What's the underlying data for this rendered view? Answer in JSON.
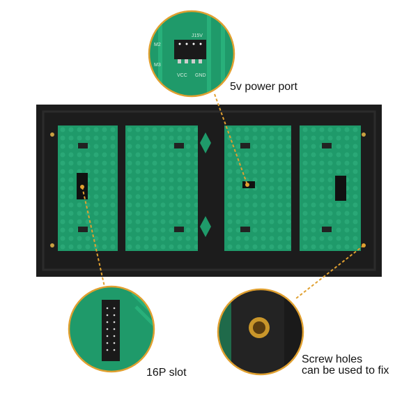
{
  "callouts": {
    "power_port": {
      "label": "5v power port",
      "pcb_text": [
        "J15V",
        "VCC",
        "GND",
        "M2",
        "M3"
      ]
    },
    "slot": {
      "label": "16P slot"
    },
    "screw": {
      "label_line1": "Screw holes",
      "label_line2": "can be used to fix"
    }
  },
  "colors": {
    "pcb": "#1f9a6a",
    "frame": "#1c1c1c",
    "accent": "#e0a030"
  }
}
